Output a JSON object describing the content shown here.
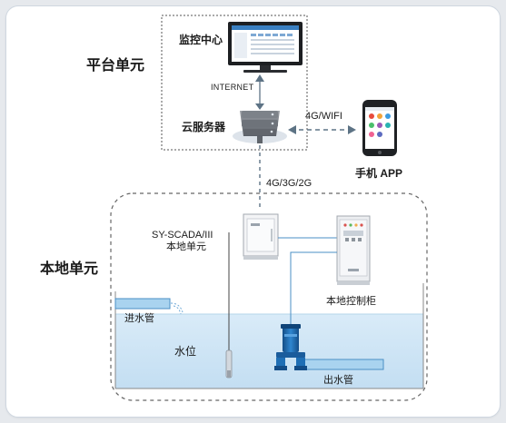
{
  "platform_unit": "平台单元",
  "local_unit": "本地单元",
  "monitor_center": "监控中心",
  "internet": "INTERNET",
  "cloud_server": "云服务器",
  "wifi_link": "4G/WIFI",
  "mobile_app": "手机 APP",
  "cellular_link": "4G/3G/2G",
  "scada_device": "SY-SCADA/III",
  "scada_sub": "本地单元",
  "control_cabinet": "本地控制柜",
  "inlet_pipe": "进水管",
  "water_level": "水位",
  "outlet_pipe": "出水管",
  "colors": {
    "water": "#cfe4f4",
    "pipe": "#a9d3ef",
    "pump": "#1f6fb5",
    "arrow": "#5d7385"
  }
}
